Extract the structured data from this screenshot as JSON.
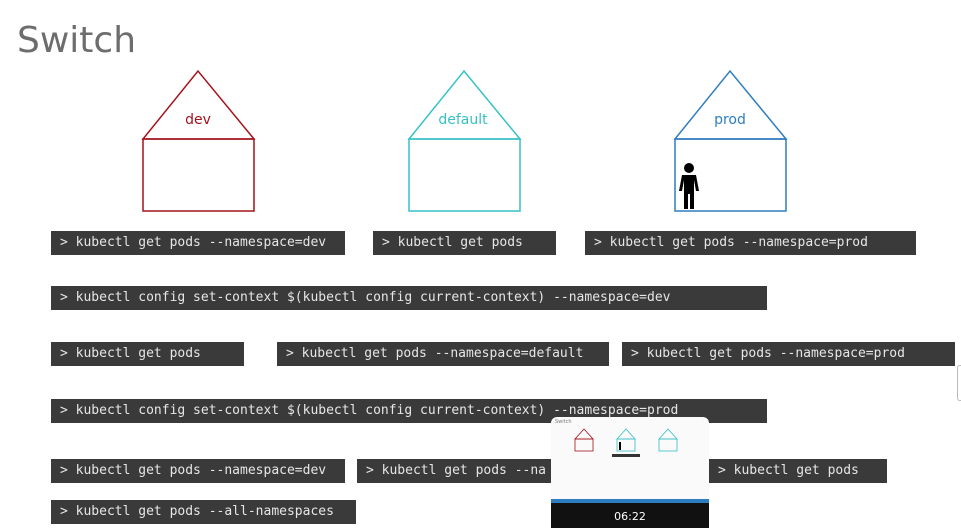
{
  "title": "Switch",
  "houses": {
    "dev": {
      "label": "dev",
      "color": "#a4121c"
    },
    "default": {
      "label": "default",
      "color": "#36c0c8"
    },
    "prod": {
      "label": "prod",
      "color": "#2e7dbf"
    }
  },
  "commands": {
    "row1": {
      "dev": "> kubectl get pods --namespace=dev",
      "default": "> kubectl get pods",
      "prod": "> kubectl get pods --namespace=prod"
    },
    "set_context_dev": "> kubectl config set-context $(kubectl config current-context) --namespace=dev",
    "row3": {
      "plain": "> kubectl get pods",
      "default": "> kubectl get pods --namespace=default",
      "prod": "> kubectl get pods --namespace=prod"
    },
    "set_context_prod": "> kubectl config set-context $(kubectl config current-context) --namespace=prod",
    "row5": {
      "dev": "> kubectl get pods --namespace=dev",
      "partial": "> kubectl get pods --na",
      "plain": "> kubectl get pods"
    },
    "all_namespaces": "> kubectl get pods --all-namespaces"
  },
  "preview": {
    "slide_title": "Switch",
    "time": "06:22"
  }
}
